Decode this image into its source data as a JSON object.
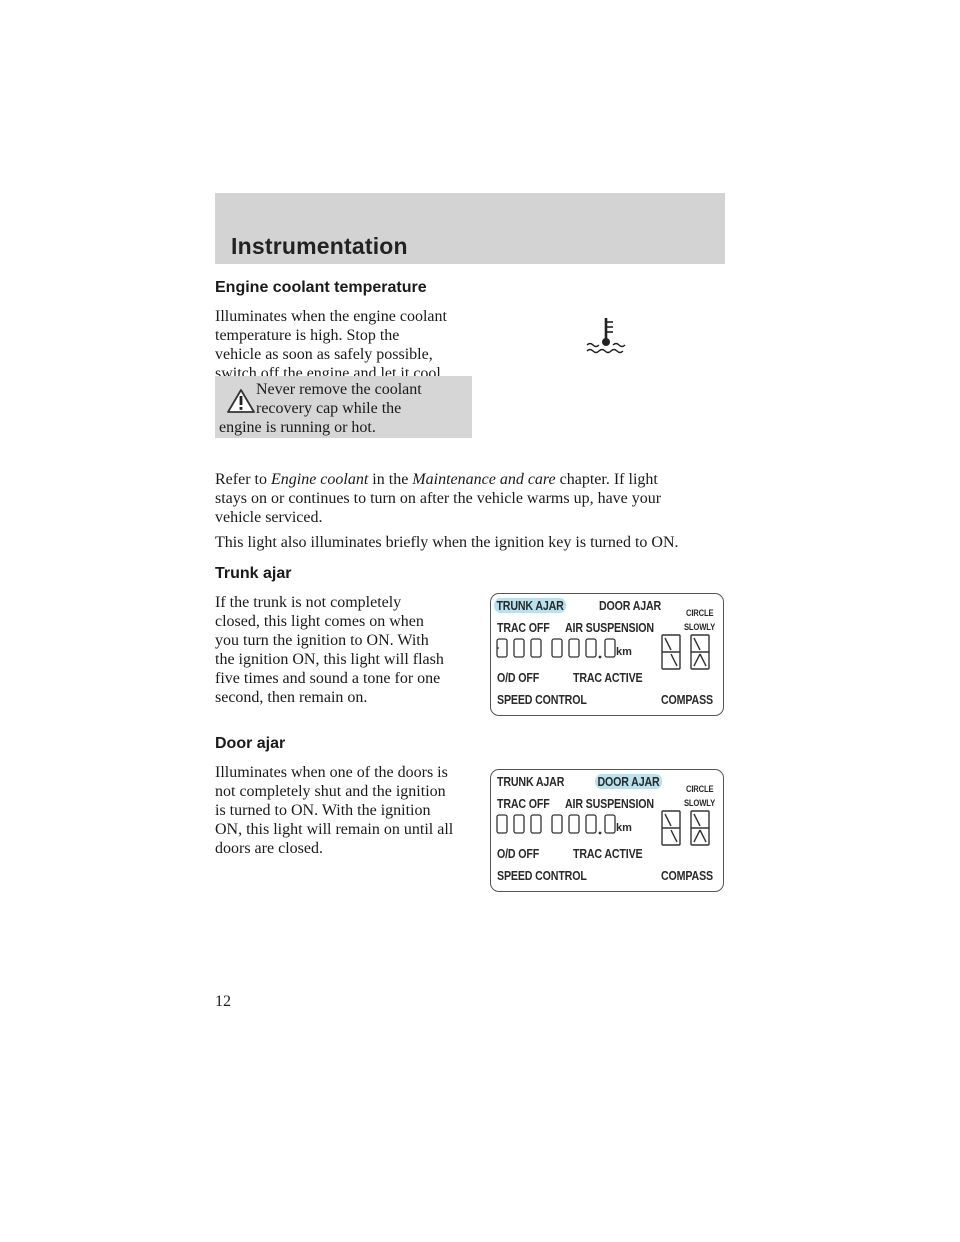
{
  "header": {
    "title": "Instrumentation"
  },
  "coolant": {
    "heading": "Engine coolant temperature",
    "lines": [
      "Illuminates when the engine coolant",
      "temperature is high. Stop the",
      "vehicle as soon as safely possible,",
      "switch off the engine and let it cool."
    ],
    "warning_lines": [
      "Never remove the coolant",
      "recovery cap while the",
      "engine is running or hot."
    ],
    "refer": {
      "prefix": "Refer to ",
      "link1": "Engine coolant",
      "mid": " in the ",
      "link2": "Maintenance and care",
      "suffix": " chapter. If light"
    },
    "refer_lines": [
      "stays on or continues to turn on after the vehicle warms up, have your",
      "vehicle serviced."
    ],
    "brief": "This light also illuminates briefly when the ignition key is turned to ON.",
    "icon": "coolant-temperature-icon"
  },
  "trunk": {
    "heading": "Trunk ajar",
    "lines": [
      "If the trunk is not completely",
      "closed, this light comes on when",
      "you turn the ignition to ON. With",
      "the ignition ON, this light will flash",
      "five times and sound a tone for one",
      "second, then remain on."
    ]
  },
  "door": {
    "heading": "Door ajar",
    "lines": [
      "Illuminates when one of the doors is",
      "not completely shut and the ignition",
      "is turned to ON. With the ignition",
      "ON, this light will remain on until all",
      "doors are closed."
    ]
  },
  "display": {
    "trunk_ajar": "TRUNK AJAR",
    "door_ajar": "DOOR AJAR",
    "circle": "CIRCLE",
    "slowly": "SLOWLY",
    "trac_off": "TRAC OFF",
    "air_suspension": "AIR SUSPENSION",
    "km": "km",
    "od_off": "O/D OFF",
    "trac_active": "TRAC ACTIVE",
    "speed_control": "SPEED CONTROL",
    "compass": "COMPASS",
    "highlight_color": "#b6e3ef"
  },
  "page_number": "12"
}
